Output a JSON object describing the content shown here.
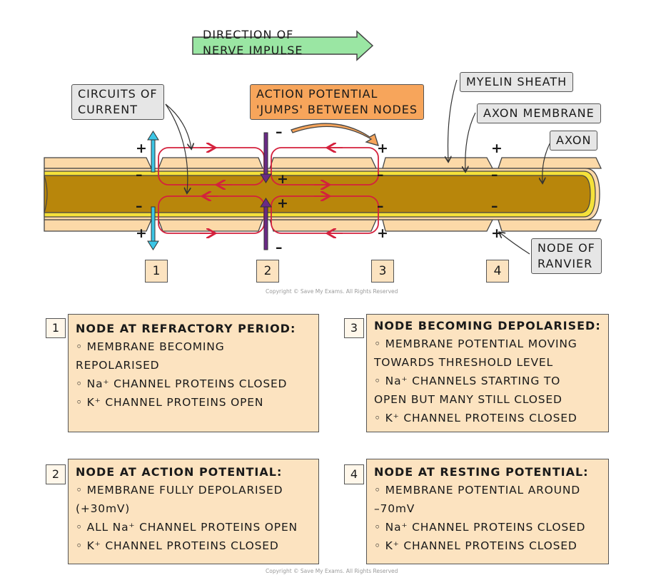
{
  "header": {
    "direction_line1": "DIRECTION OF",
    "direction_line2": "NERVE IMPULSE"
  },
  "labels": {
    "circuits_line1": "CIRCUITS OF",
    "circuits_line2": "CURRENT",
    "action_line1": "ACTION POTENTIAL",
    "action_line2": "'JUMPS' BETWEEN NODES",
    "myelin": "MYELIN SHEATH",
    "axon_membrane": "AXON MEMBRANE",
    "axon": "AXON",
    "node_line1": "NODE OF",
    "node_line2": "RANVIER"
  },
  "node_numbers": [
    "1",
    "2",
    "3",
    "4"
  ],
  "signs": {
    "plus": "+",
    "minus": "–"
  },
  "copyright": "Copyright © Save My Exams. All Rights Reserved",
  "cards": [
    {
      "num": "1",
      "title": "NODE AT REFRACTORY PERIOD:",
      "points": [
        "◦ MEMBRANE BECOMING",
        "  REPOLARISED",
        "◦ Na⁺ CHANNEL PROTEINS CLOSED",
        "◦ K⁺ CHANNEL PROTEINS OPEN"
      ]
    },
    {
      "num": "3",
      "title": "NODE BECOMING DEPOLARISED:",
      "points": [
        "◦ MEMBRANE POTENTIAL MOVING",
        "  TOWARDS THRESHOLD LEVEL",
        "◦ Na⁺ CHANNELS STARTING TO",
        "  OPEN BUT MANY STILL CLOSED",
        "◦ K⁺ CHANNEL PROTEINS CLOSED"
      ]
    },
    {
      "num": "2",
      "title": "NODE AT ACTION POTENTIAL:",
      "points": [
        "◦ MEMBRANE FULLY DEPOLARISED",
        "  (+30mV)",
        "◦ ALL Na⁺ CHANNEL PROTEINS OPEN",
        "◦ K⁺ CHANNEL PROTEINS CLOSED"
      ]
    },
    {
      "num": "4",
      "title": "NODE AT RESTING POTENTIAL:",
      "points": [
        "◦ MEMBRANE POTENTIAL AROUND",
        "  –70mV",
        "◦ Na⁺ CHANNEL PROTEINS CLOSED",
        "◦ K⁺ CHANNEL PROTEINS CLOSED"
      ]
    }
  ],
  "colors": {
    "myelin": "#fcd9a8",
    "axon": "#b8860b",
    "membrane": "#f5e13a",
    "current": "#d4213d",
    "potassium_arrow": "#3cc6e6",
    "sodium_arrow": "#6a2a86",
    "action_box": "#f7a55b",
    "direction_box": "#9ae6a3"
  }
}
